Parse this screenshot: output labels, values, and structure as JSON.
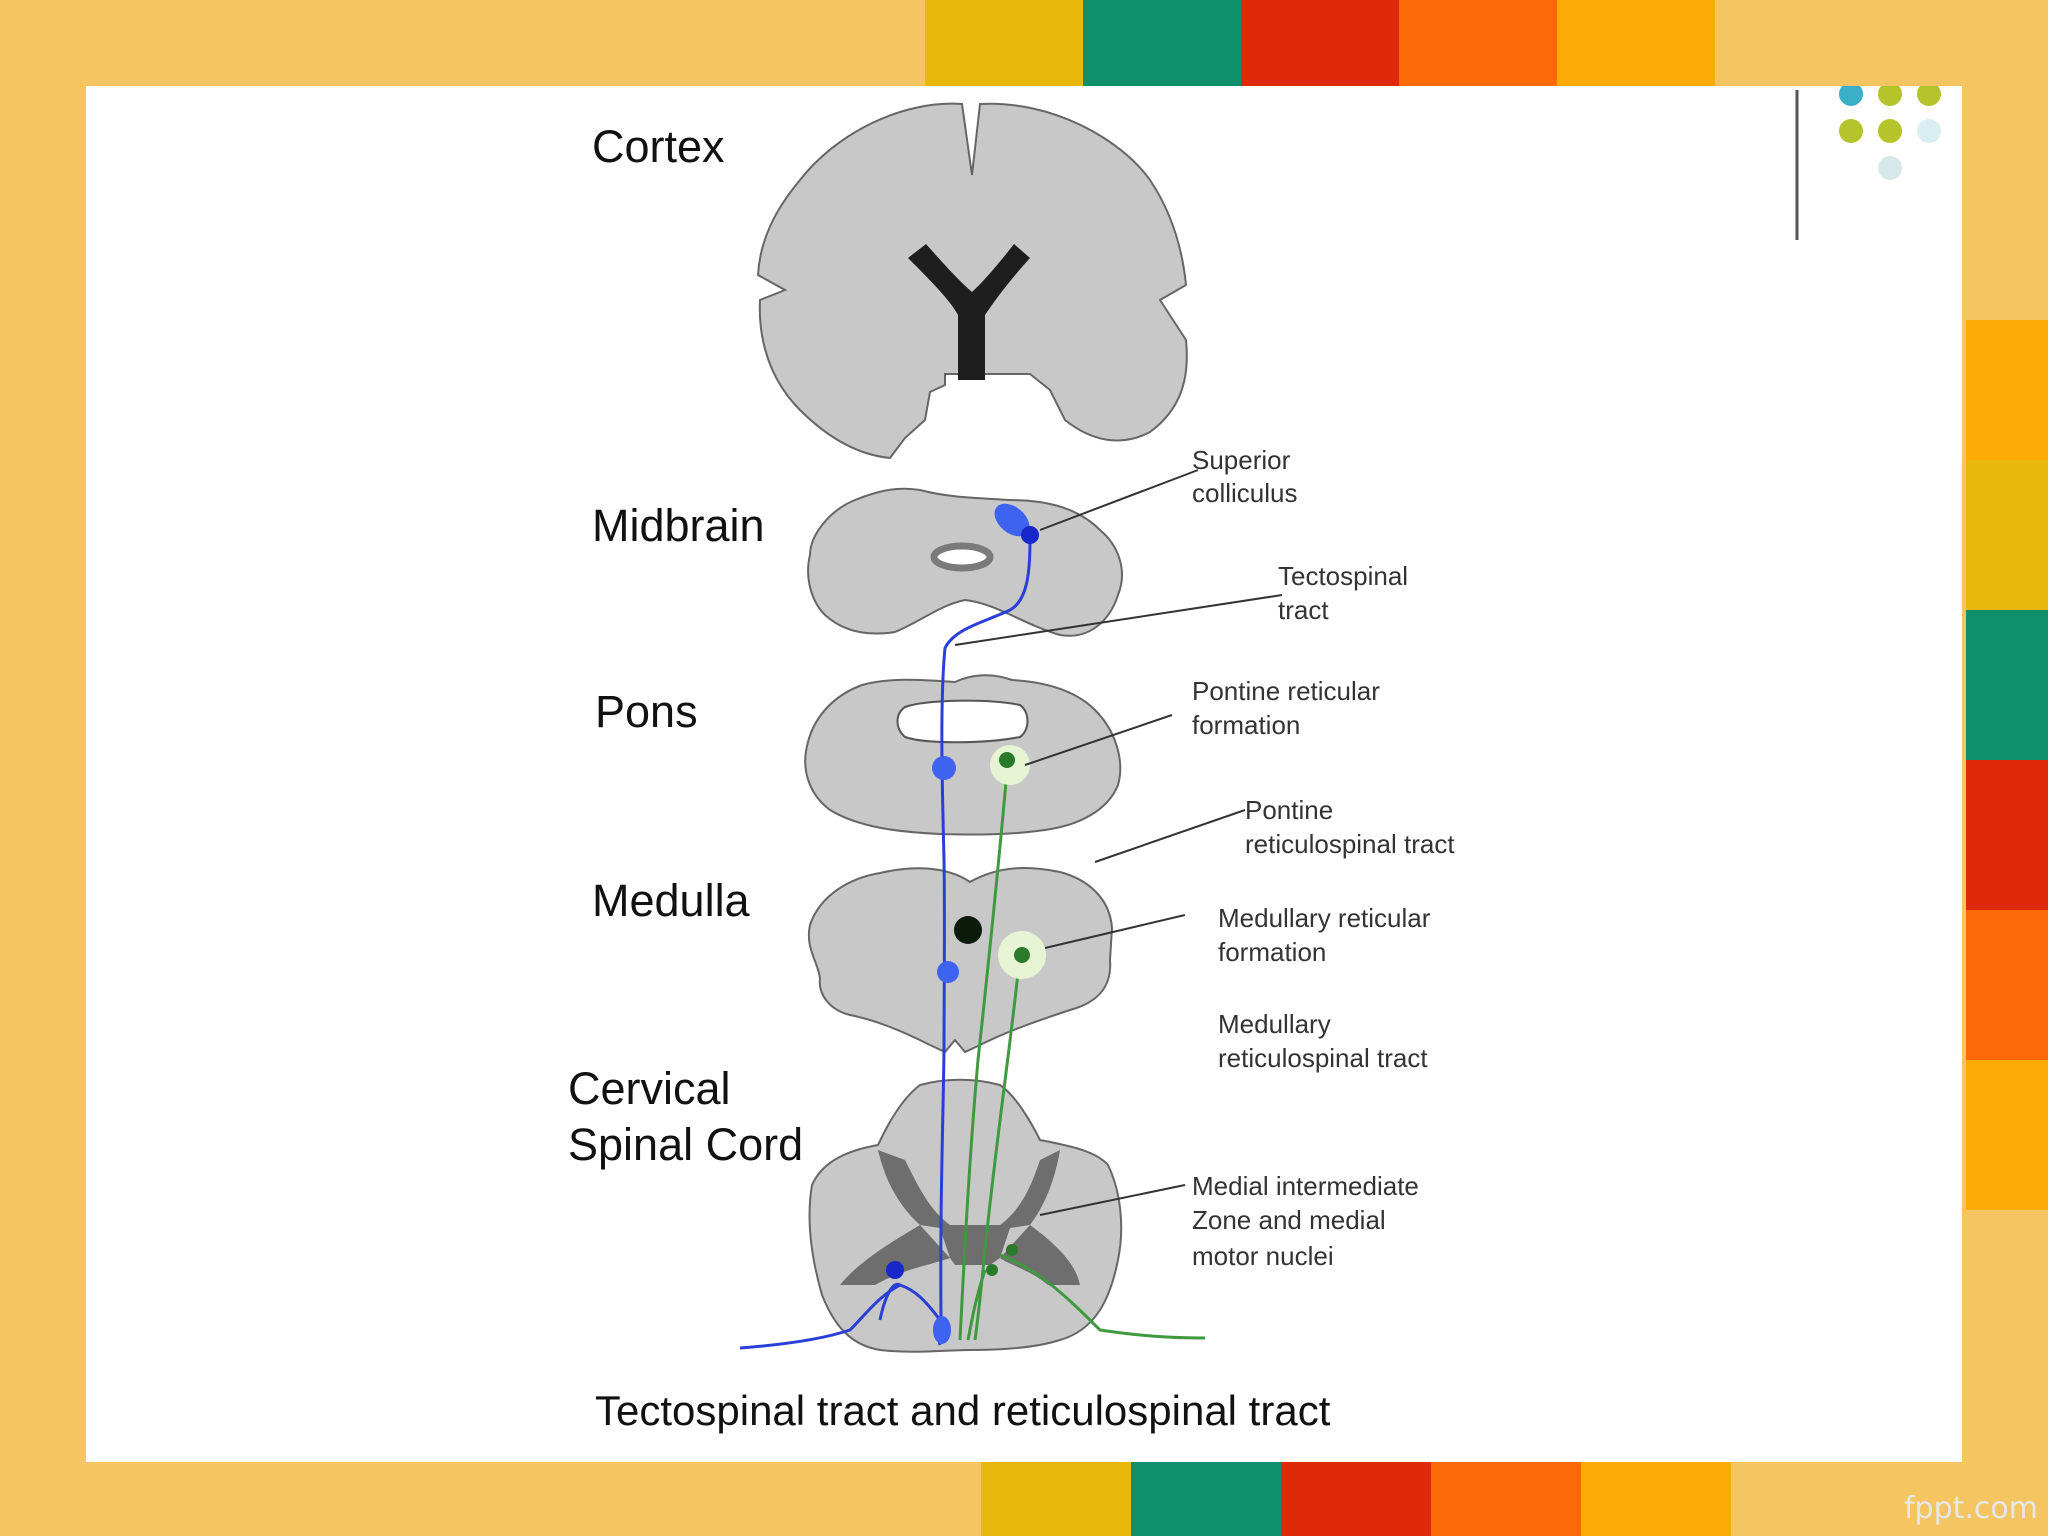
{
  "regions": {
    "cortex": "Cortex",
    "midbrain": "Midbrain",
    "pons": "Pons",
    "medulla": "Medulla",
    "cervical_line1": "Cervical",
    "cervical_line2": "Spinal Cord"
  },
  "structures": {
    "superior_colliculus": [
      "Superior",
      "colliculus"
    ],
    "tectospinal_tract": [
      "Tectospinal",
      "tract"
    ],
    "pontine_reticular_formation": [
      "Pontine reticular",
      "formation"
    ],
    "pontine_reticulospinal_tract": [
      "Pontine",
      "reticulospinal tract"
    ],
    "medullary_reticular_formation": [
      "Medullary reticular",
      "formation"
    ],
    "medullary_reticulospinal_tract": [
      "Medullary",
      "reticulospinal tract"
    ],
    "medial_intermediate_zone": [
      "Medial intermediate",
      "Zone and medial",
      "motor nuclei"
    ]
  },
  "caption": "Tectospinal tract and reticulospinal tract",
  "footer_brand": "fppt.com",
  "colors": {
    "background": "#f5c562",
    "tissue": "#c8c8c8",
    "gray_matter": "#6e6e6e",
    "tectospinal": "#2a3fd6",
    "reticulospinal": "#3f9a3f",
    "stripe_palette": [
      "#e8b90c",
      "#0f8f6a",
      "#de2a0a",
      "#fb6a06",
      "#fcab08"
    ]
  }
}
